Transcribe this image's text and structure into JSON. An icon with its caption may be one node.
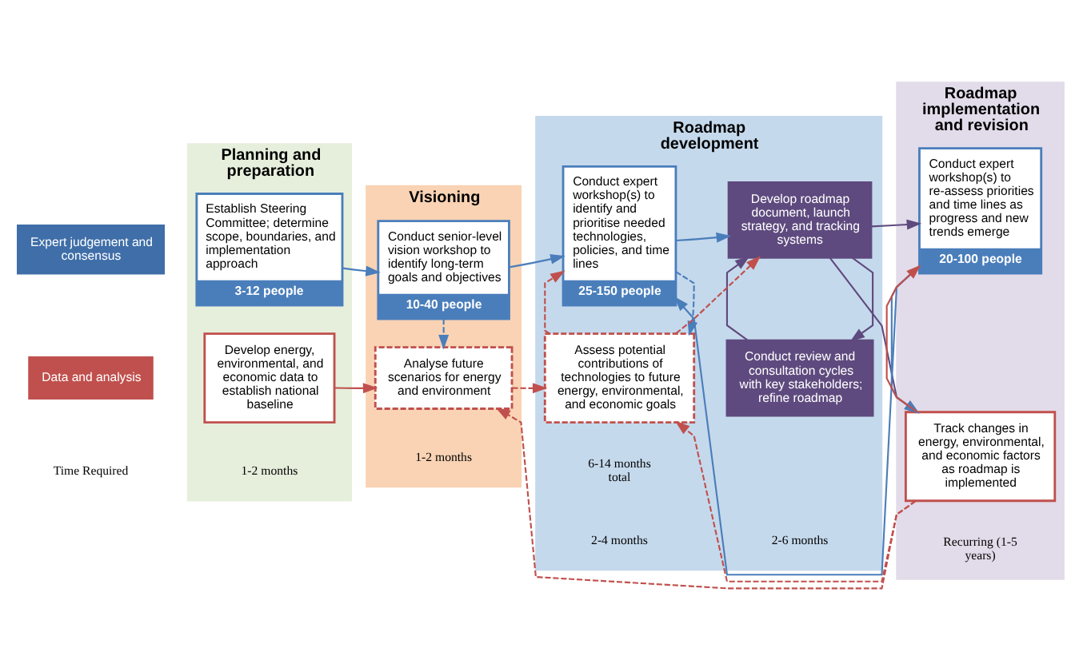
{
  "diagram": {
    "nodes": [
      {
        "text": [
          "Planning and preparation"
        ]
      },
      {
        "text": [
          "Visioning"
        ]
      },
      {
        "text": [
          "Roadmap development"
        ]
      },
      {
        "text": [
          "Roadmap implementation and revision"
        ]
      },
      {
        "text": [
          "Expert judgement and consensus"
        ]
      },
      {
        "text": [
          "Data and analysis"
        ]
      },
      {
        "text": [
          "Establish Steering Committee; determine scope, boundaries, and implementation approach",
          "3-12 people"
        ],
        "in": 0
      },
      {
        "text": [
          "Conduct senior-level vision workshop to identify long-term goals and objectives",
          "10-40 people"
        ],
        "in": 1
      },
      {
        "text": [
          "Conduct expert workshop(s) to identify and prioritise needed technologies, policies, and time lines",
          "25-150 people"
        ],
        "in": 2
      },
      {
        "text": [
          "Develop roadmap document, launch strategy, and tracking systems"
        ],
        "in": 2
      },
      {
        "text": [
          "Conduct review and consultation cycles with key stakeholders; refine roadmap"
        ],
        "in": 2
      },
      {
        "text": [
          "Conduct expert workshop(s) to re-assess priorities and time lines as progress and new trends emerge",
          "20-100 people"
        ],
        "in": 3
      },
      {
        "text": [
          "Develop energy, environmental, and economic data to establish national baseline"
        ],
        "in": 0
      },
      {
        "text": [
          "Analyse future scenarios for energy and environment"
        ],
        "in": 1
      },
      {
        "text": [
          "Assess potential contributions of technologies to future energy, environmental, and economic goals"
        ],
        "in": 2
      },
      {
        "text": [
          "Track changes in energy, environmental, and economic factors as roadmap is implemented"
        ],
        "in": 3
      }
    ],
    "edges": [
      {
        "from": 6,
        "to": 7,
        "arrow": "to",
        "color": "#4a7ebb"
      },
      {
        "from": 7,
        "to": 8,
        "arrow": "to",
        "color": "#4a7ebb"
      },
      {
        "from": 8,
        "to": 9,
        "arrow": "to",
        "color": "#4a7ebb"
      },
      {
        "from": 9,
        "to": 11,
        "arrow": "to",
        "color": "#5e4a7e"
      },
      {
        "from": 9,
        "to": 15,
        "arrow": "to",
        "color": "#5e4a7e"
      },
      {
        "from": 9,
        "to": 10,
        "arrow": "to",
        "color": "#5e4a7e"
      },
      {
        "from": 10,
        "to": 9,
        "arrow": "to",
        "color": "#5e4a7e"
      },
      {
        "from": 11,
        "to": 8,
        "arrow": "to",
        "color": "#4a7ebb"
      },
      {
        "from": 11,
        "to": 15,
        "arrow": "to",
        "color": "#4a7ebb"
      },
      {
        "from": 15,
        "to": 11,
        "arrow": "to",
        "color": "#c0504d"
      },
      {
        "from": 12,
        "to": 13,
        "arrow": "to",
        "color": "#c0504d"
      },
      {
        "from": 13,
        "to": 14,
        "arrow": "to",
        "style": "dashed",
        "color": "#c0504d"
      },
      {
        "from": 7,
        "to": 13,
        "arrow": "to",
        "style": "dashed",
        "color": "#4a7ebb"
      },
      {
        "from": 8,
        "to": 14,
        "arrow": "to",
        "style": "dashed",
        "color": "#4a7ebb"
      },
      {
        "from": 14,
        "to": 8,
        "arrow": "to",
        "style": "dashed",
        "color": "#c0504d"
      },
      {
        "from": 14,
        "to": 9,
        "arrow": "to",
        "style": "dashed",
        "color": "#c0504d"
      },
      {
        "from": 15,
        "to": 14,
        "arrow": "to",
        "style": "dashed",
        "color": "#c0504d"
      },
      {
        "from": 15,
        "to": 13,
        "arrow": "to",
        "style": "dashed",
        "color": "#c0504d"
      }
    ],
    "labels": [
      "Time Required",
      "1-2 months",
      "1-2 months",
      "2-4 months",
      "2-6 months",
      "Recurring (1-5 years)",
      "6-14 months total"
    ]
  }
}
